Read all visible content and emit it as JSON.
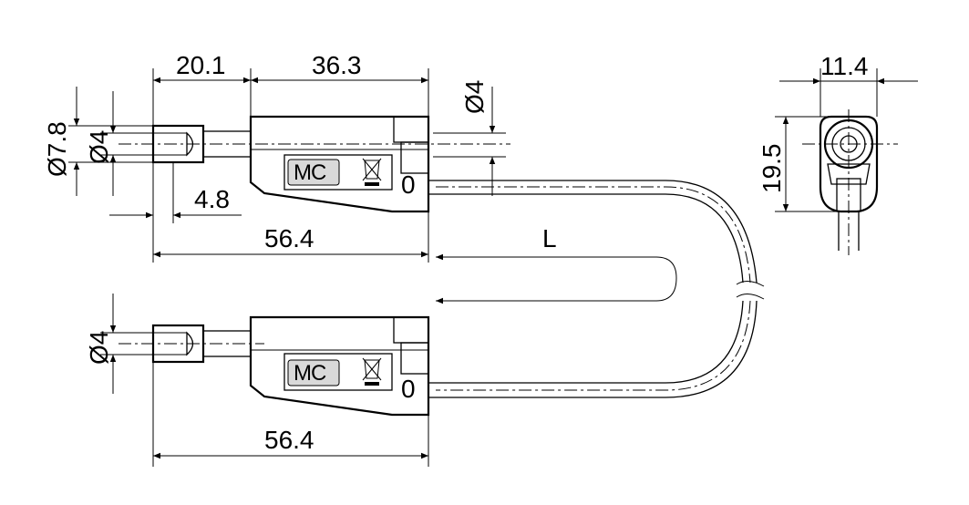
{
  "dimensions": {
    "d_20_1": "20.1",
    "d_36_3": "36.3",
    "d_dia4_top": "Ø4",
    "d_dia7_8": "Ø7.8",
    "d_dia4_left": "Ø4",
    "d_4_8": "4.8",
    "d_56_4_top": "56.4",
    "d_L": "L",
    "d_dia4_bottom": "Ø4",
    "d_56_4_bottom": "56.4",
    "d_11_4": "11.4",
    "d_19_5": "19.5"
  },
  "plug_top": {
    "logo": "MC",
    "mark": "0"
  },
  "plug_bottom": {
    "logo": "MC",
    "mark": "0"
  },
  "colors": {
    "line": "#000000",
    "body_fill": "#ffffff",
    "logo_fill": "#d9d9d9"
  }
}
